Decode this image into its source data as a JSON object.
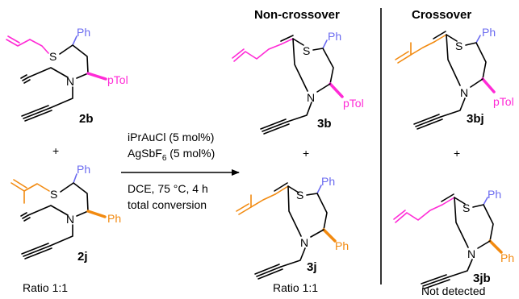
{
  "colors": {
    "allyl_pink": "#ff2bd6",
    "methallyl_orange": "#f28a10",
    "phenyl_blue": "#6b6bf0",
    "bond_black": "#000000"
  },
  "atoms": {
    "S": "S",
    "N": "N",
    "Ph": "Ph",
    "pTol": "pTol"
  },
  "compounds": {
    "c2b": "2b",
    "c2j": "2j",
    "c3b": "3b",
    "c3j": "3j",
    "c3bj": "3bj",
    "c3jb": "3jb"
  },
  "plus": "+",
  "conditions": {
    "line1": "iPrAuCl (5 mol%)",
    "line2_main": "AgSbF",
    "line2_sub": "6",
    "line2_tail": " (5 mol%)",
    "line3": "DCE, 75 °C, 4 h",
    "line4": "total conversion"
  },
  "headers": {
    "noncross": "Non-crossover",
    "cross": "Crossover"
  },
  "captions": {
    "left": "Ratio 1:1",
    "middle": "Ratio 1:1",
    "right": "Not detected"
  }
}
